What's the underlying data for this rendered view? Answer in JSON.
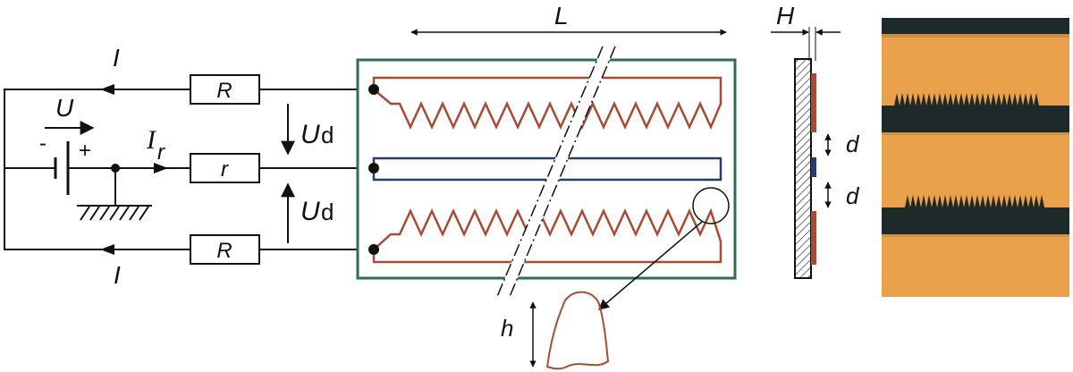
{
  "labels": {
    "current_top": "I",
    "current_bottom": "I",
    "voltage": "U",
    "minus": "-",
    "plus": "+",
    "ref_current_symbol": "I",
    "ref_current_sub": "r",
    "res_top": "R",
    "res_mid": "r",
    "res_bottom": "R",
    "ud_top_symbol": "U",
    "ud_top_sub": "d",
    "ud_bottom_symbol": "U",
    "ud_bottom_sub": "d",
    "length": "L",
    "height_h": "h",
    "thickness": "H",
    "gap_top": "d",
    "gap_bottom": "d"
  },
  "colors": {
    "wire": "#111111",
    "frame": "#2f6e52",
    "electrode": "#a94b33",
    "reference_electrode": "#283c70",
    "substrate_hatch": "#333333",
    "photo_background": "#e59a43",
    "photo_stripe": "#1e2a29"
  }
}
